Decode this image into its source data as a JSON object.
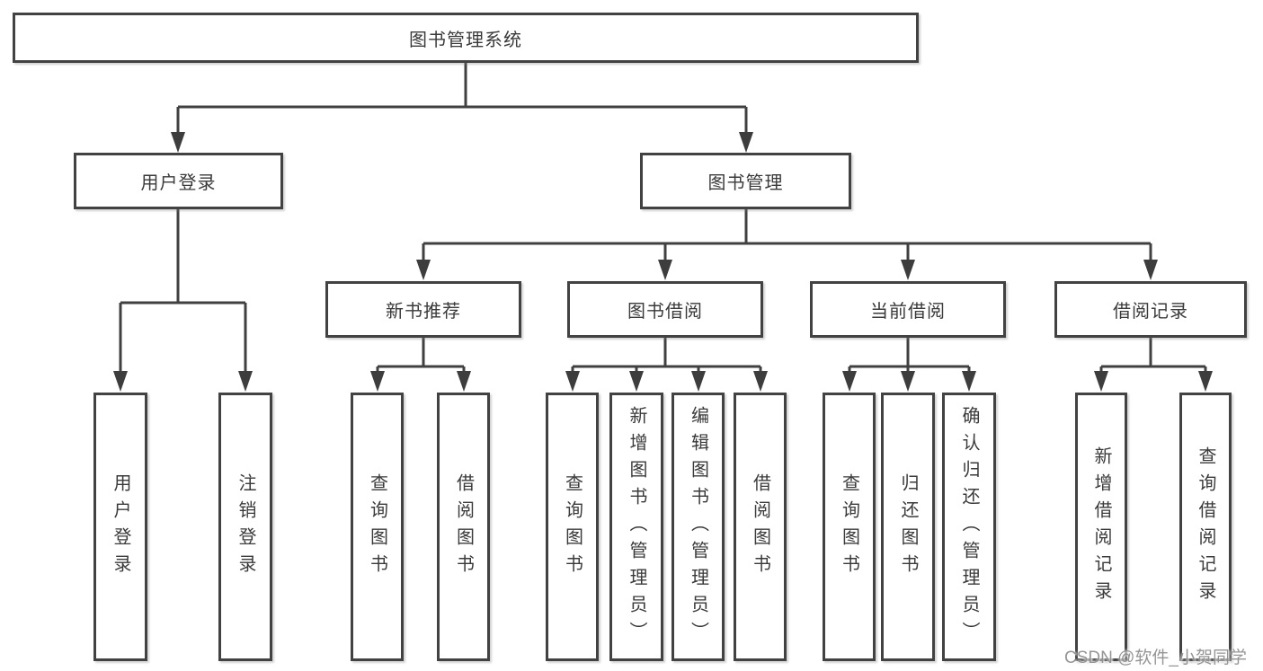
{
  "nodes": {
    "root": "图书管理系统",
    "l2_user_login": "用户登录",
    "l2_book_mgmt": "图书管理",
    "l3_new_book": "新书推荐",
    "l3_book_borrow": "图书借阅",
    "l3_current_borrow": "当前借阅",
    "l3_borrow_record": "借阅记录",
    "leaf_user_login": "用户登录",
    "leaf_logout": "注销登录",
    "leaf_query_book_1": "查询图书",
    "leaf_borrow_book_1": "借阅图书",
    "leaf_query_book_2": "查询图书",
    "leaf_add_book": "新增图书（管理员）",
    "leaf_edit_book": "编辑图书（管理员）",
    "leaf_borrow_book_2": "借阅图书",
    "leaf_query_book_3": "查询图书",
    "leaf_return_book": "归还图书",
    "leaf_confirm_return": "确认归还（管理员）",
    "leaf_add_record": "新增借阅记录",
    "leaf_query_record": "查询借阅记录"
  },
  "hierarchy": {
    "图书管理系统": {
      "用户登录": [
        "用户登录",
        "注销登录"
      ],
      "图书管理": {
        "新书推荐": [
          "查询图书",
          "借阅图书"
        ],
        "图书借阅": [
          "查询图书",
          "新增图书（管理员）",
          "编辑图书（管理员）",
          "借阅图书"
        ],
        "当前借阅": [
          "查询图书",
          "归还图书",
          "确认归还（管理员）"
        ],
        "借阅记录": [
          "新增借阅记录",
          "查询借阅记录"
        ]
      }
    }
  },
  "watermark": {
    "text": "CSDN @软件_小贺同学"
  },
  "colors": {
    "line": "#404040",
    "border": "#424242",
    "text": "#3a3a3a",
    "watermark": "#8c8c8c",
    "background": "#ffffff"
  }
}
